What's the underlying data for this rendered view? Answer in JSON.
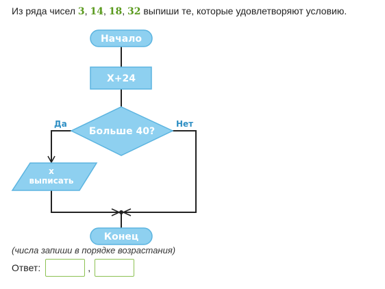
{
  "task": {
    "prefix": "Из ряда чисел ",
    "numbers": [
      "3",
      "14",
      "18",
      "32"
    ],
    "separator": ", ",
    "suffix": " выпиши те, которые удовлетворяют условию."
  },
  "flowchart": {
    "start": "Начало",
    "process": "X+24",
    "decision": "Больше 40?",
    "yes_label": "Да",
    "no_label": "Нет",
    "output_line1": "x",
    "output_line2": "выписать",
    "end": "Конец"
  },
  "hint": "(числа запиши в порядке возрастания)",
  "answer": {
    "label": "Ответ:",
    "separator": ",",
    "field1_value": "",
    "field2_value": ""
  },
  "colors": {
    "shape_fill": "#8ed0f0",
    "shape_stroke": "#5bb4e0",
    "line": "#222222",
    "branch_text": "#2f8fc4",
    "number_accent": "#5a9a1e",
    "input_border": "#8cc152"
  }
}
